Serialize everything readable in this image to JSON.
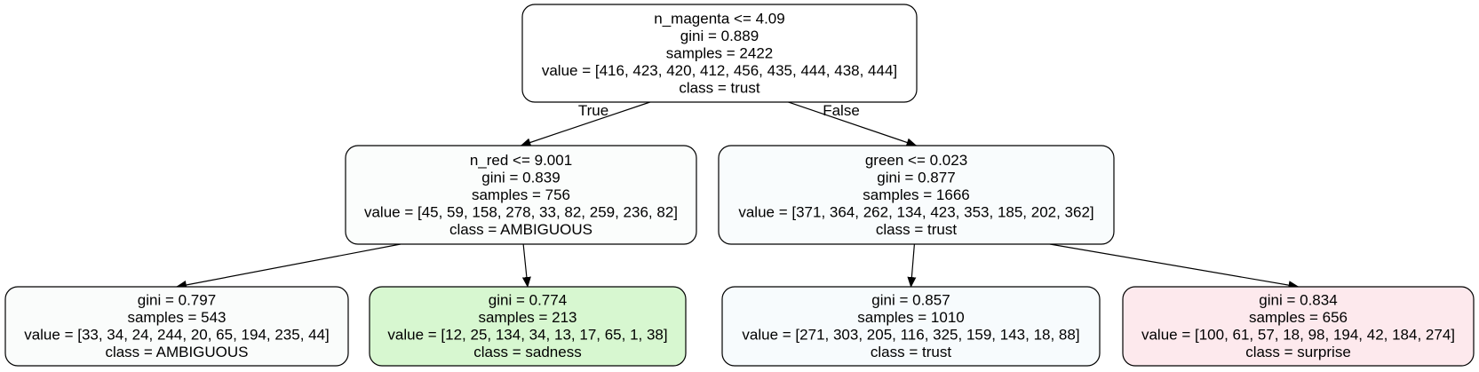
{
  "tree": {
    "nodes": [
      {
        "id": "root",
        "lines": [
          "n_magenta <= 4.09",
          "gini = 0.889",
          "samples = 2422",
          "value = [416, 423, 420, 412, 456, 435, 444, 438, 444]",
          "class = trust"
        ],
        "fill": "#ffffff"
      },
      {
        "id": "left",
        "lines": [
          "n_red <= 9.001",
          "gini = 0.839",
          "samples = 756",
          "value = [45, 59, 158, 278, 33, 82, 259, 236, 82]",
          "class = AMBIGUOUS"
        ],
        "fill": "#fbfdfc"
      },
      {
        "id": "right",
        "lines": [
          "green <= 0.023",
          "gini = 0.877",
          "samples = 1666",
          "value = [371, 364, 262, 134, 423, 353, 185, 202, 362]",
          "class = trust"
        ],
        "fill": "#f9fcfd"
      },
      {
        "id": "left-left",
        "lines": [
          "gini = 0.797",
          "samples = 543",
          "value = [33, 34, 24, 244, 20, 65, 194, 235, 44]",
          "class = AMBIGUOUS"
        ],
        "fill": "#fafcfb"
      },
      {
        "id": "left-right",
        "lines": [
          "gini = 0.774",
          "samples = 213",
          "value = [12, 25, 134, 34, 13, 17, 65, 1, 38]",
          "class = sadness"
        ],
        "fill": "#d7f7d0"
      },
      {
        "id": "right-left",
        "lines": [
          "gini = 0.857",
          "samples = 1010",
          "value = [271, 303, 205, 116, 325, 159, 143, 18, 88]",
          "class = trust"
        ],
        "fill": "#f7fbfd"
      },
      {
        "id": "right-right",
        "lines": [
          "gini = 0.834",
          "samples = 656",
          "value = [100, 61, 57, 18, 98, 194, 42, 184, 274]",
          "class = surprise"
        ],
        "fill": "#fde9ed"
      }
    ],
    "edges": [
      {
        "from": "root",
        "to": "left",
        "label": "True"
      },
      {
        "from": "root",
        "to": "right",
        "label": "False"
      },
      {
        "from": "left",
        "to": "left-left",
        "label": ""
      },
      {
        "from": "left",
        "to": "left-right",
        "label": ""
      },
      {
        "from": "right",
        "to": "right-left",
        "label": ""
      },
      {
        "from": "right",
        "to": "right-right",
        "label": ""
      }
    ]
  }
}
